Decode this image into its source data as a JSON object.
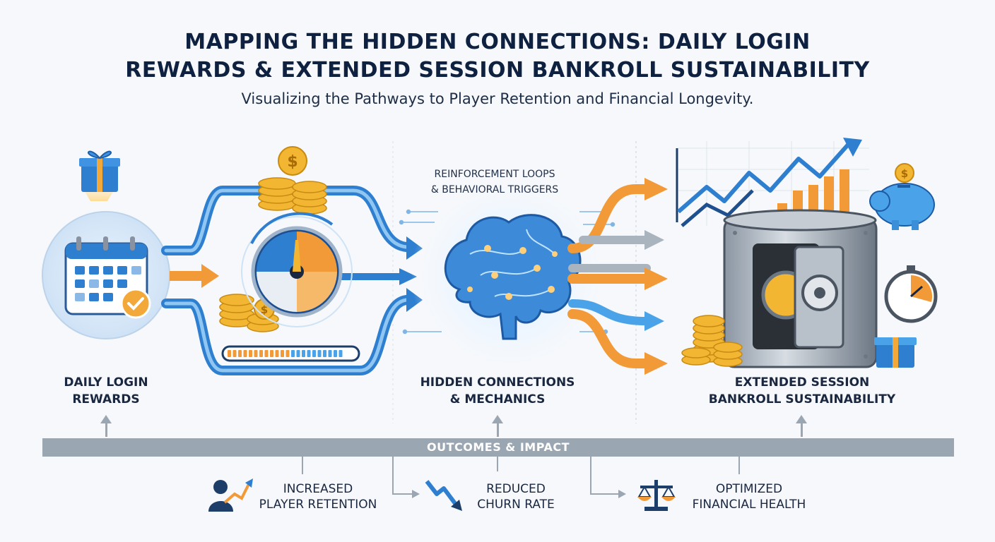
{
  "header": {
    "title_line1": "MAPPING THE HIDDEN CONNECTIONS: DAILY LOGIN",
    "title_line2": "REWARDS & EXTENDED SESSION BANKROLL SUSTAINABILITY",
    "subtitle": "Visualizing the Pathways to Player Retention and Financial Longevity."
  },
  "stages": {
    "left": {
      "line1": "DAILY LOGIN",
      "line2": "REWARDS"
    },
    "middle_top": {
      "line1": "REINFORCEMENT LOOPS",
      "line2": "& BEHAVIORAL TRIGGERS"
    },
    "middle": {
      "line1": "HIDDEN CONNECTIONS",
      "line2": "& MECHANICS"
    },
    "right": {
      "line1": "EXTENDED SESSION",
      "line2": "BANKROLL SUSTAINABILITY"
    }
  },
  "outcomes": {
    "bar_label": "OUTCOMES & IMPACT",
    "items": [
      {
        "line1": "INCREASED",
        "line2": "PLAYER RETENTION",
        "icon": "person-growth-icon"
      },
      {
        "line1": "REDUCED",
        "line2": "CHURN RATE",
        "icon": "downtrend-arrow-icon"
      },
      {
        "line1": "OPTIMIZED",
        "line2": "FINANCIAL HEALTH",
        "icon": "balance-scale-icon"
      }
    ]
  },
  "colors": {
    "navy": "#0f2140",
    "blue": "#2f7fd1",
    "light_blue": "#4aa3e8",
    "orange": "#f29a38",
    "gold": "#f2b632",
    "gray_bar": "#9aa6b2",
    "steel": "#7c8794"
  }
}
